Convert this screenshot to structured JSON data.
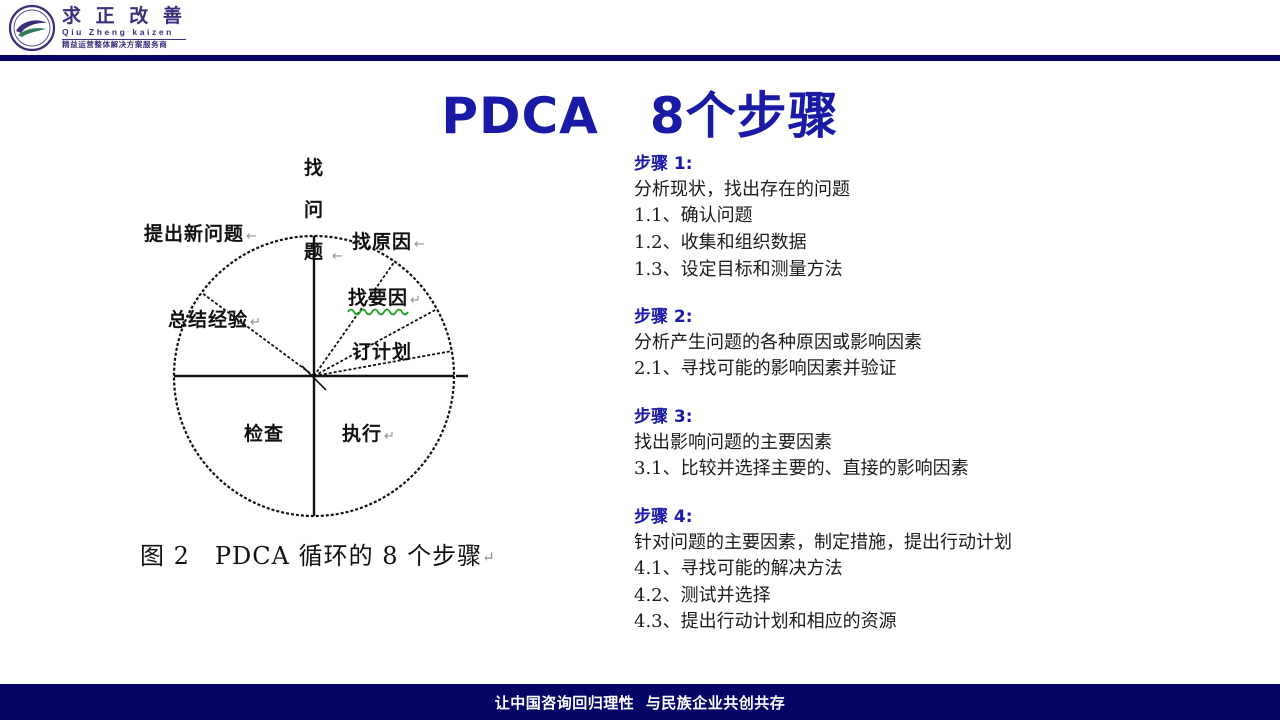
{
  "meta": {
    "accent_blue": "#1a1aa6",
    "band_navy": "#050565",
    "logo_purple": "#3a2f7a",
    "squiggle_green": "#1f9f1f"
  },
  "header": {
    "logo": {
      "icon": "qiuzheng-swoosh-logo",
      "cn_name": "求 正 改 善",
      "pinyin": "Qiu Zheng kaizen",
      "tagline": "精益运营整体解决方案服务商"
    }
  },
  "title": {
    "text": "PDCA　8个步骤"
  },
  "diagram": {
    "caption": "图 2　PDCA 循环的 8 个步骤",
    "caption_mark": "↵",
    "top_label": {
      "lines": [
        "找",
        "问",
        "题"
      ],
      "mark": "←"
    },
    "sectors": [
      {
        "id": "find-cause",
        "label": "找原因",
        "mark": "←"
      },
      {
        "id": "find-key-factor",
        "label": "找要因",
        "mark": "↵",
        "underline": "squiggly-green"
      },
      {
        "id": "make-plan",
        "label": "订计划",
        "mark": ""
      },
      {
        "id": "summarize",
        "label": "总结经验",
        "mark": "↵"
      },
      {
        "id": "raise-new-issue",
        "label": "提出新问题",
        "mark": "←"
      }
    ],
    "lower_half": [
      {
        "id": "check",
        "label": "检查",
        "mark": ""
      },
      {
        "id": "execute",
        "label": "执行",
        "mark": "↵"
      }
    ]
  },
  "steps": [
    {
      "heading": "步骤 1:",
      "summary": "分析现状，找出存在的问题",
      "items": [
        "1.1、确认问题",
        "1.2、收集和组织数据",
        "1.3、设定目标和测量方法"
      ]
    },
    {
      "heading": "步骤 2:",
      "summary": "分析产生问题的各种原因或影响因素",
      "items": [
        "2.1、寻找可能的影响因素并验证"
      ]
    },
    {
      "heading": "步骤 3:",
      "summary": "找出影响问题的主要因素",
      "items": [
        "3.1、比较并选择主要的、直接的影响因素"
      ]
    },
    {
      "heading": "步骤 4:",
      "summary": "针对问题的主要因素，制定措施，提出行动计划",
      "items": [
        "4.1、寻找可能的解决方法",
        "4.2、测试并选择",
        "4.3、提出行动计划和相应的资源"
      ]
    }
  ],
  "footer": {
    "text": "让中国咨询回归理性  与民族企业共创共存"
  }
}
